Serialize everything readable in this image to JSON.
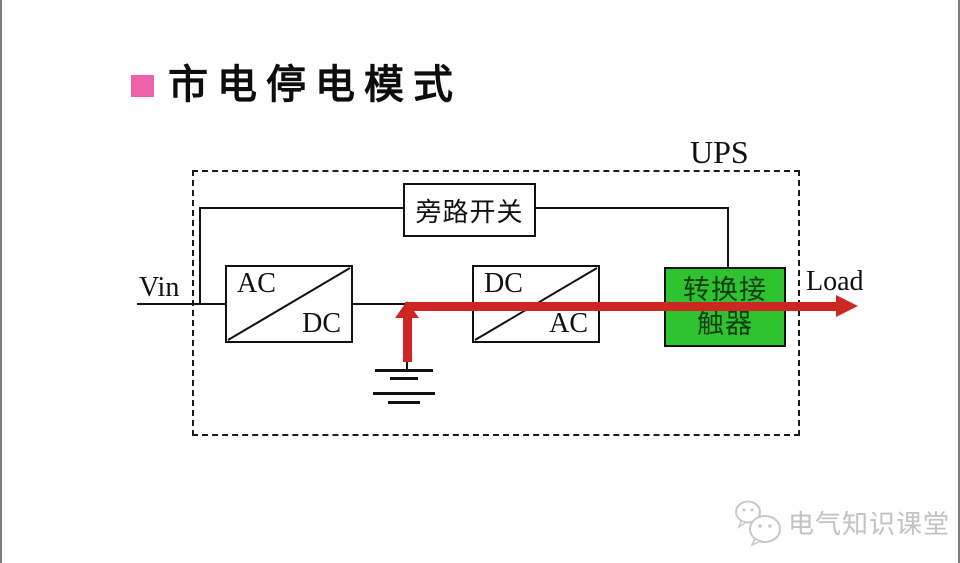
{
  "title": {
    "text": "市电停电模式",
    "bullet_color": "#ec62a8"
  },
  "diagram": {
    "ups_label": "UPS",
    "bypass_switch": "旁路开关",
    "rectifier": {
      "input": "AC",
      "output": "DC"
    },
    "inverter": {
      "input": "DC",
      "output": "AC"
    },
    "contactor": {
      "line1": "转换接",
      "line2": "触器",
      "fill_color": "#2fc32f"
    },
    "input_label": "Vin",
    "output_label": "Load",
    "flow_color": "#cd2724"
  },
  "watermark": {
    "text": "电气知识课堂"
  }
}
